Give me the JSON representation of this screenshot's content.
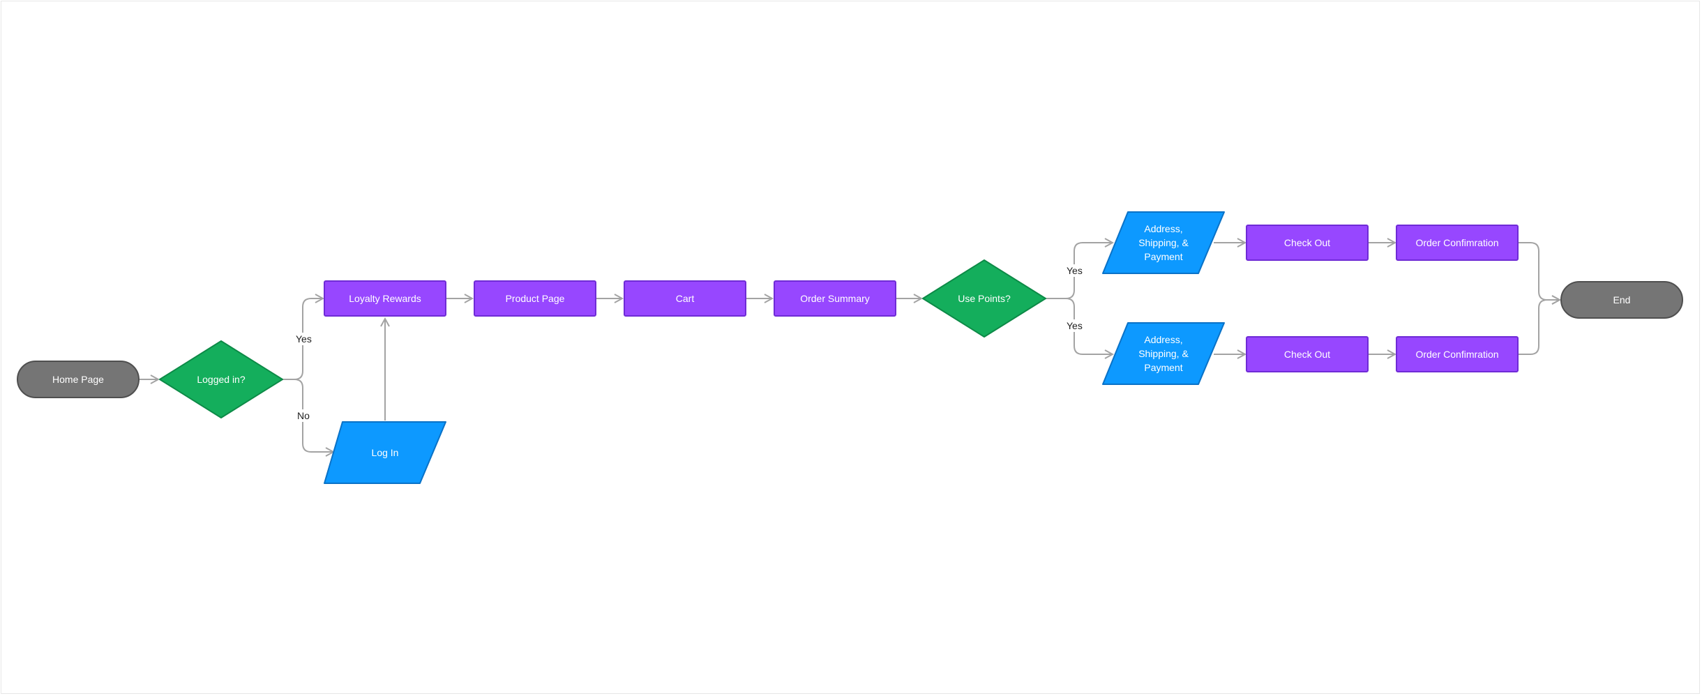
{
  "colors": {
    "terminal": "#757575",
    "terminal_border": "#4f4f4f",
    "decision": "#14ae5c",
    "decision_border": "#0d8a47",
    "process": "#9747ff",
    "process_border": "#6f2bd6",
    "io": "#0d99ff",
    "io_border": "#0a72c7",
    "connector": "#a3a3a3"
  },
  "nodes": {
    "home_page": "Home Page",
    "logged_in": "Logged in?",
    "loyalty_rewards": "Loyalty Rewards",
    "log_in": "Log In",
    "product_page": "Product Page",
    "cart": "Cart",
    "order_summary": "Order Summary",
    "use_points": "Use Points?",
    "address_top": "Address,\nShipping, &\nPayment",
    "address_bottom": "Address,\nShipping, &\nPayment",
    "checkout_top": "Check Out",
    "checkout_bottom": "Check Out",
    "confirmation_top": "Order Confimration",
    "confirmation_bottom": "Order Confimration",
    "end": "End"
  },
  "edge_labels": {
    "logged_in_yes": "Yes",
    "logged_in_no": "No",
    "use_points_yes_top": "Yes",
    "use_points_yes_bottom": "Yes"
  }
}
